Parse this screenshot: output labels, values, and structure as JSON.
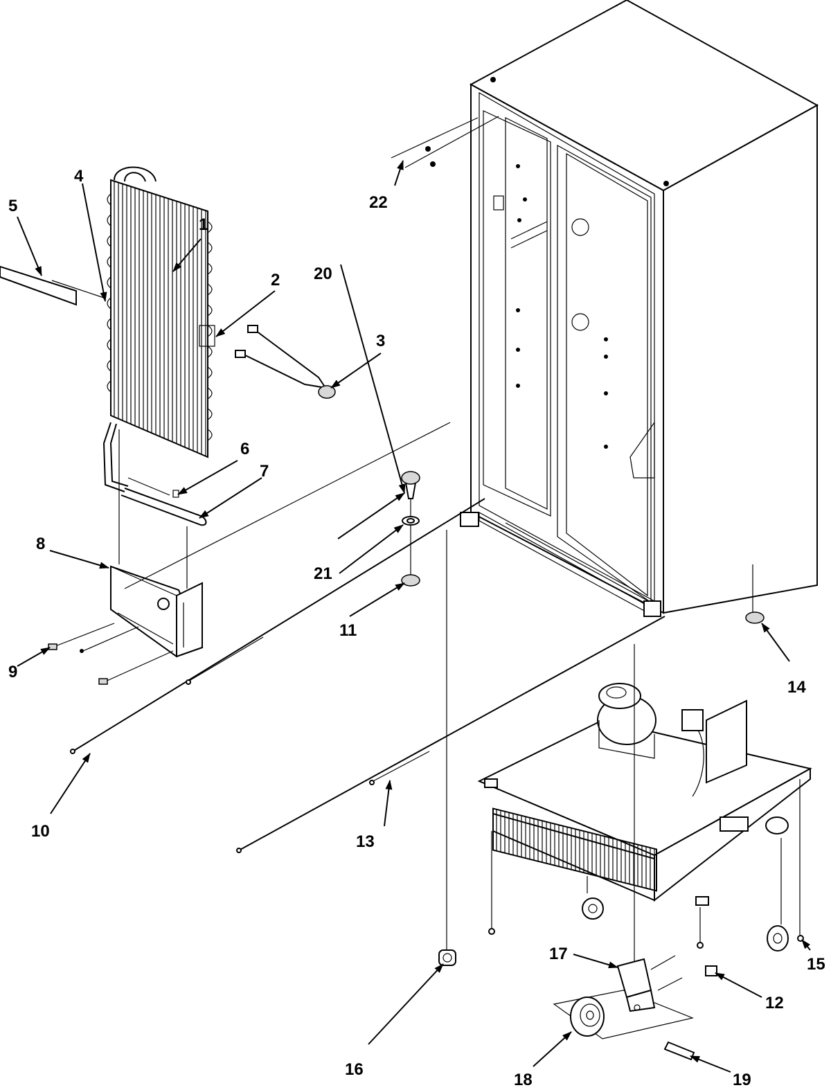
{
  "callouts": {
    "c1": "1",
    "c2": "2",
    "c3": "3",
    "c4": "4",
    "c5": "5",
    "c6": "6",
    "c7": "7",
    "c8": "8",
    "c9": "9",
    "c10": "10",
    "c11": "11",
    "c12": "12",
    "c13": "13",
    "c14": "14",
    "c15": "15",
    "c16": "16",
    "c17": "17",
    "c18": "18",
    "c19": "19",
    "c20": "20",
    "c21": "21",
    "c22": "22"
  },
  "icons": {
    "arrowhead": "arrowhead-icon"
  }
}
